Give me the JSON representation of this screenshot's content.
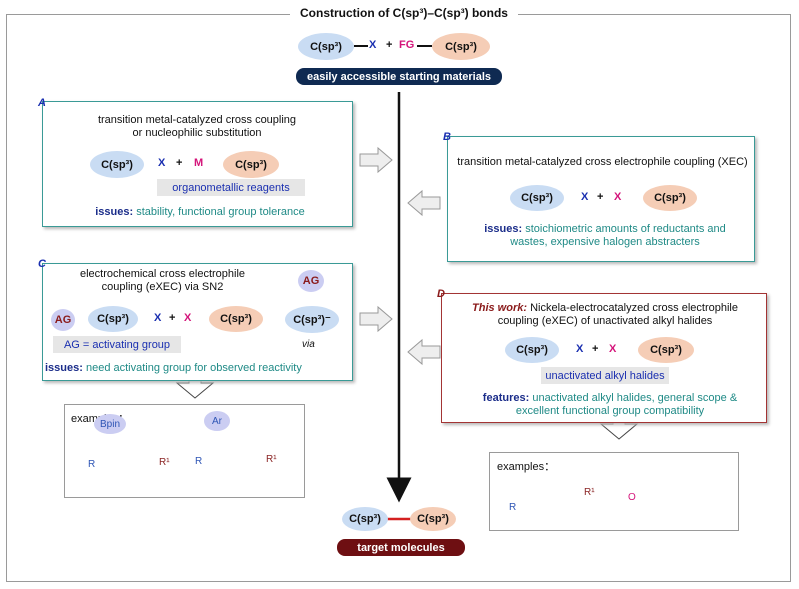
{
  "title": "Construction of C(sp³)–C(sp³) bonds",
  "top": {
    "left_reagent": "C(sp³)",
    "left_group": "X",
    "plus": "+",
    "fg": "FG",
    "right_reagent": "C(sp³)",
    "banner": "easily accessible starting materials"
  },
  "panel_a": {
    "label": "A",
    "heading_line1": "transition metal-catalyzed cross coupling",
    "heading_line2": "or nucleophilic substitution",
    "left_reagent": "C(sp³)",
    "x": "X",
    "plus": "+",
    "m": "M",
    "right_reagent": "C(sp³)",
    "tag": "organometallic reagents",
    "issues_label": "issues:",
    "issues_text": "stability, functional group tolerance"
  },
  "panel_b": {
    "label": "B",
    "heading": "transition metal-catalyzed cross electrophile coupling (XEC)",
    "left_reagent": "C(sp³)",
    "x1": "X",
    "plus": "+",
    "x2": "X",
    "right_reagent": "C(sp³)",
    "issues_label": "issues:",
    "issues_line1": "stoichiometric amounts of reductants and",
    "issues_line2": "wastes, expensive halogen abstracters"
  },
  "panel_c": {
    "label": "C",
    "heading_line1": "electrochemical cross electrophile",
    "heading_line2": "coupling (eXEC) via SN2",
    "ag": "AG",
    "left_reagent": "C(sp³)",
    "x1": "X",
    "plus": "+",
    "x2": "X",
    "right_reagent": "C(sp³)",
    "tag": "AG = activating group",
    "via_ag": "AG",
    "via_carbanion": "C(sp³)⁻",
    "via": "via",
    "issues_label": "issues:",
    "issues_text": "need activating group for observed reactivity"
  },
  "panel_d": {
    "label": "D",
    "this_work": "This work:",
    "heading_line1": "Nickela-electrocatalyzed cross electrophile",
    "heading_line2": "coupling (eXEC) of unactivated alkyl halides",
    "left_reagent": "C(sp³)",
    "x1": "X",
    "plus": "+",
    "x2": "X",
    "right_reagent": "C(sp³)",
    "tag": "unactivated alkyl halides",
    "features_label": "features:",
    "features_line1": "unactivated alkyl halides, general scope &",
    "features_line2": "excellent functional group compatibility"
  },
  "examples_left": {
    "label": "examples：",
    "mol1_group": "Bpin",
    "mol1_r": "R",
    "mol1_r1": "R¹",
    "mol2_group": "Ar",
    "mol2_r": "R",
    "mol2_r1": "R¹"
  },
  "examples_right": {
    "label": "examples：",
    "mol1_r": "R",
    "mol1_r1": "R¹",
    "mol2_o": "O"
  },
  "bottom": {
    "left_reagent": "C(sp³)",
    "right_reagent": "C(sp³)",
    "banner": "target molecules"
  },
  "colors": {
    "navy": "#0f2a52",
    "maroon": "#6e0f12",
    "teal": "#3a9a96",
    "red_border": "#a33434",
    "magenta": "#d4147a",
    "blue_x": "#1a2fb0"
  }
}
